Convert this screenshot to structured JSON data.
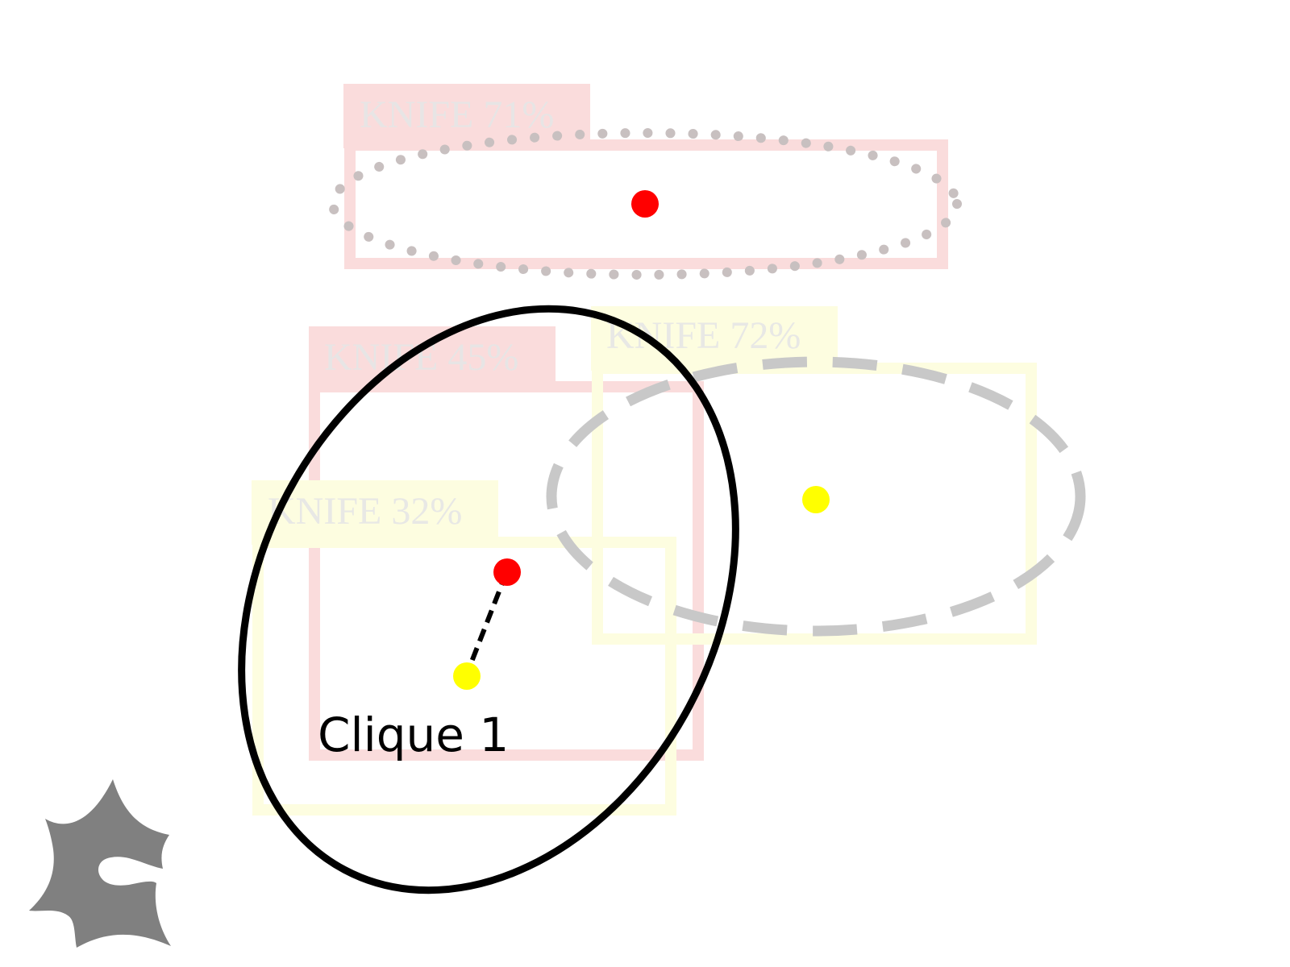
{
  "colors": {
    "background": "#ffffff",
    "red_box": "#fadcdc",
    "yellow_box": "#fdfde0",
    "label_text": "#e6e6e6",
    "red_point": "#ff0000",
    "yellow_point": "#ffff00",
    "clique_ellipse": "#000000",
    "dashed_ellipse": "#c8c8c8",
    "dotted_ellipse": "#c8c0c0",
    "logo": "#808080"
  },
  "detections": [
    {
      "id": "knife-71",
      "label": "KNIFE 71%",
      "class": "knife",
      "confidence": 71,
      "color": "red"
    },
    {
      "id": "knife-45",
      "label": "KNIFE 45%",
      "class": "knife",
      "confidence": 45,
      "color": "red"
    },
    {
      "id": "knife-72",
      "label": "KNIFE 72%",
      "class": "knife",
      "confidence": 72,
      "color": "yellow"
    },
    {
      "id": "knife-32",
      "label": "KNIFE 32%",
      "class": "knife",
      "confidence": 32,
      "color": "yellow"
    }
  ],
  "cliques": [
    {
      "id": "clique-1",
      "label": "Clique 1",
      "members": [
        "knife-45",
        "knife-32"
      ]
    }
  ],
  "logo": {
    "icon": "star-splash-logo-icon"
  }
}
